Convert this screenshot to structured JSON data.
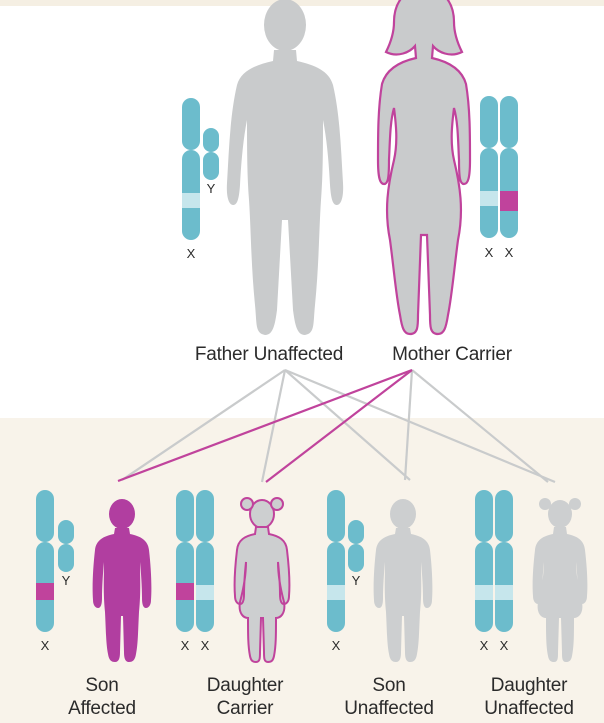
{
  "parents": {
    "father": {
      "label": "Father Unaffected",
      "chromosome_labels": [
        "X",
        "Y"
      ]
    },
    "mother": {
      "label": "Mother Carrier",
      "chromosome_labels": [
        "X",
        "X"
      ]
    }
  },
  "children": [
    {
      "line1": "Son",
      "line2": "Affected",
      "chromosome_labels": [
        "X",
        "Y"
      ],
      "status": "affected"
    },
    {
      "line1": "Daughter",
      "line2": "Carrier",
      "chromosome_labels": [
        "X",
        "X"
      ],
      "status": "carrier"
    },
    {
      "line1": "Son",
      "line2": "Unaffected",
      "chromosome_labels": [
        "X",
        "Y"
      ],
      "status": "unaffected"
    },
    {
      "line1": "Daughter",
      "line2": "Unaffected",
      "chromosome_labels": [
        "X",
        "X"
      ],
      "status": "unaffected"
    }
  ],
  "colors": {
    "chromosome": "#6cbccc",
    "chromosome_band": "#c6e6ec",
    "mutation": "#c0439c",
    "affected_figure": "#b13ea0",
    "unaffected_figure": "#cdcfd0",
    "parent_figure": "#c9cbcc",
    "carrier_outline": "#c0439c",
    "bottom_background": "#f8f3ea",
    "inheritance_line_father": "#c9cbcc",
    "inheritance_line_mother": "#c0439c"
  }
}
